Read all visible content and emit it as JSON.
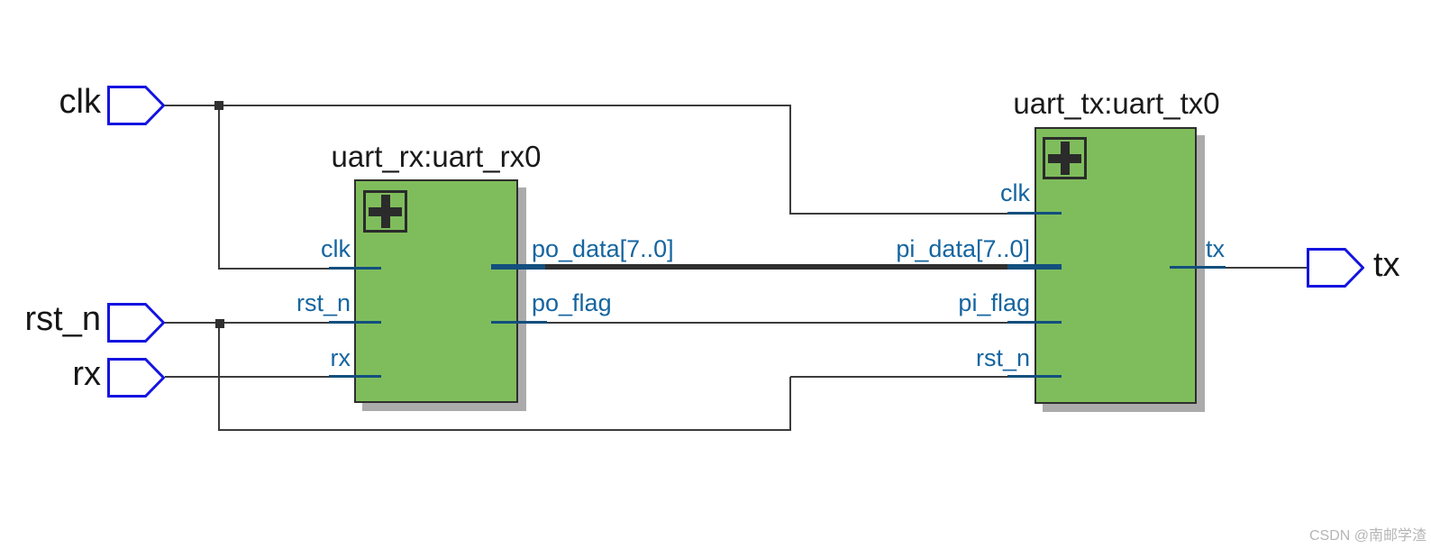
{
  "watermark": "CSDN @南邮学渣",
  "colors": {
    "block_fill": "#7FBD5C",
    "block_border": "#2e2e2e",
    "block_shadow": "#ababab",
    "wire": "#3c3c3c",
    "bus_wire": "#2f2f2f",
    "pin_stub": "#134F7E",
    "pin_label": "#1565A0",
    "port_outline": "#1414E0",
    "port_label": "#161616",
    "watermark_color": "#b5b5b5"
  },
  "io_ports": {
    "clk": "clk",
    "rst_n": "rst_n",
    "rx": "rx",
    "tx": "tx"
  },
  "blocks": {
    "uart_rx": {
      "title": "uart_rx:uart_rx0",
      "pins": {
        "clk": "clk",
        "rst_n": "rst_n",
        "rx": "rx",
        "po_data": "po_data[7..0]",
        "po_flag": "po_flag"
      }
    },
    "uart_tx": {
      "title": "uart_tx:uart_tx0",
      "pins": {
        "clk": "clk",
        "pi_data": "pi_data[7..0]",
        "pi_flag": "pi_flag",
        "rst_n": "rst_n",
        "tx": "tx"
      }
    }
  }
}
